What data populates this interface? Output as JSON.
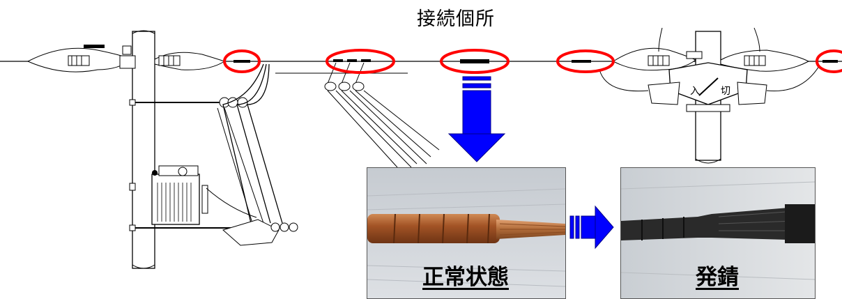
{
  "title": "接続個所",
  "photos": {
    "normal_caption": "正常状態",
    "rust_caption": "発錆"
  },
  "switch_labels": {
    "on": "入",
    "off": "切"
  },
  "colors": {
    "highlight_ring": "#ff0000",
    "arrow_fill": "#0000ff",
    "arrow_stroke": "#000088",
    "copper_sleeve": "#b5612f",
    "rusted_sleeve": "#2a2a2a"
  }
}
